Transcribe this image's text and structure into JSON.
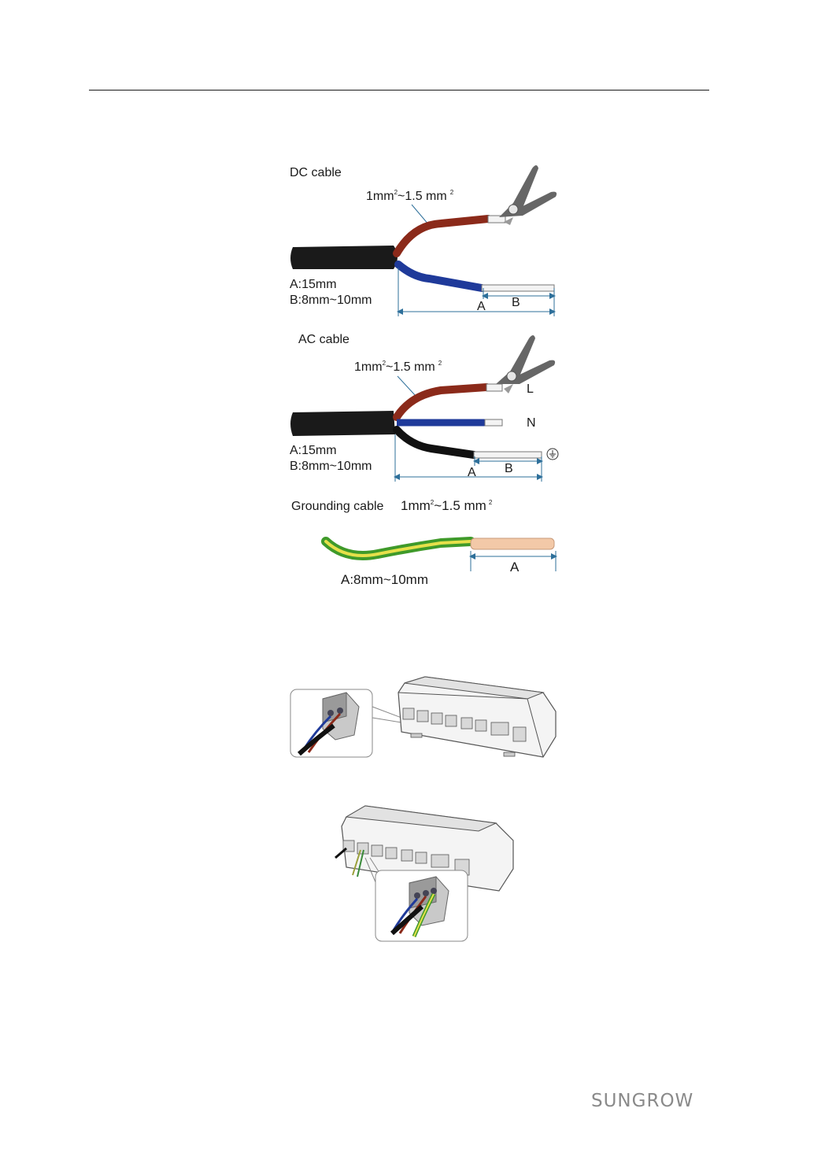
{
  "dc": {
    "title": "DC cable",
    "spec_a": "1mm",
    "spec_sup1": "2",
    "spec_b": "~1.5 mm",
    "spec_sup2": "2",
    "len_a": "A:15mm",
    "len_b": "B:8mm~10mm",
    "dim_a": "A",
    "dim_b": "B"
  },
  "ac": {
    "title": "AC cable",
    "spec_a": "1mm",
    "spec_sup1": "2",
    "spec_b": "~1.5 mm",
    "spec_sup2": "2",
    "wire_l": "L",
    "wire_n": "N",
    "len_a": "A:15mm",
    "len_b": "B:8mm~10mm",
    "dim_a": "A",
    "dim_b": "B"
  },
  "ground": {
    "title": "Grounding cable",
    "spec_a": "1mm",
    "spec_sup1": "2",
    "spec_b": "~1.5 mm",
    "spec_sup2": "2",
    "len_a": "A:8mm~10mm",
    "dim_a": "A"
  },
  "footer": {
    "logo": "SUNGROW"
  },
  "colors": {
    "brown_wire": "#8b2a1a",
    "blue_wire": "#1f3a9a",
    "black_wire": "#111111",
    "dimension": "#2d6f9a",
    "ground_green": "#3f9a2a",
    "ground_yellow": "#e6e04a"
  }
}
